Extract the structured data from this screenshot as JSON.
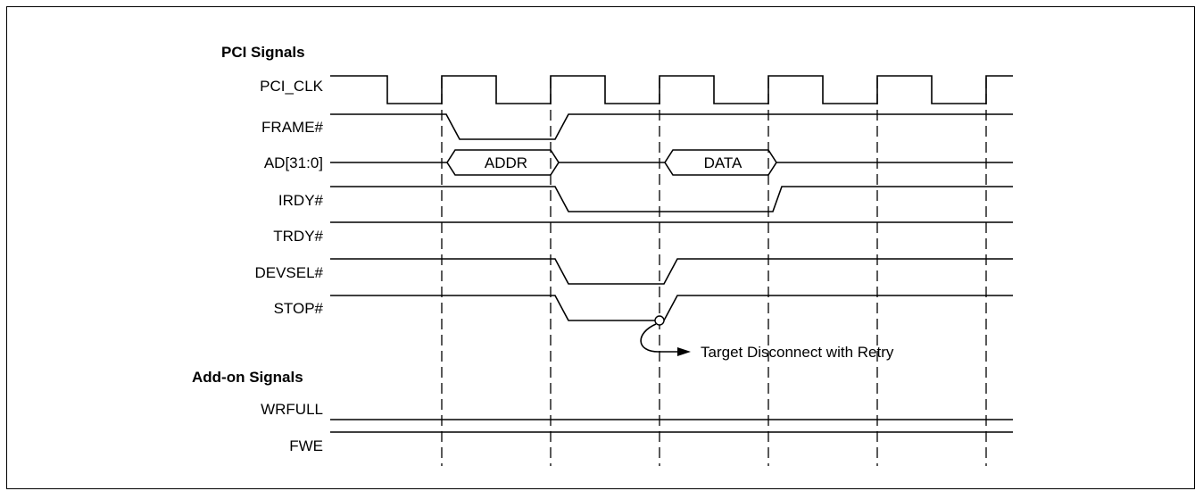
{
  "sections": {
    "pci": "PCI Signals",
    "addon": "Add-on Signals"
  },
  "signals": {
    "pci_clk": "PCI_CLK",
    "frame": "FRAME#",
    "ad": "AD[31:0]",
    "irdy": "IRDY#",
    "trdy": "TRDY#",
    "devsel": "DEVSEL#",
    "stop": "STOP#",
    "wrfull": "WRFULL",
    "fwe": "FWE"
  },
  "bus_values": {
    "addr": "ADDR",
    "data": "DATA"
  },
  "annotation": "Target Disconnect with Retry"
}
